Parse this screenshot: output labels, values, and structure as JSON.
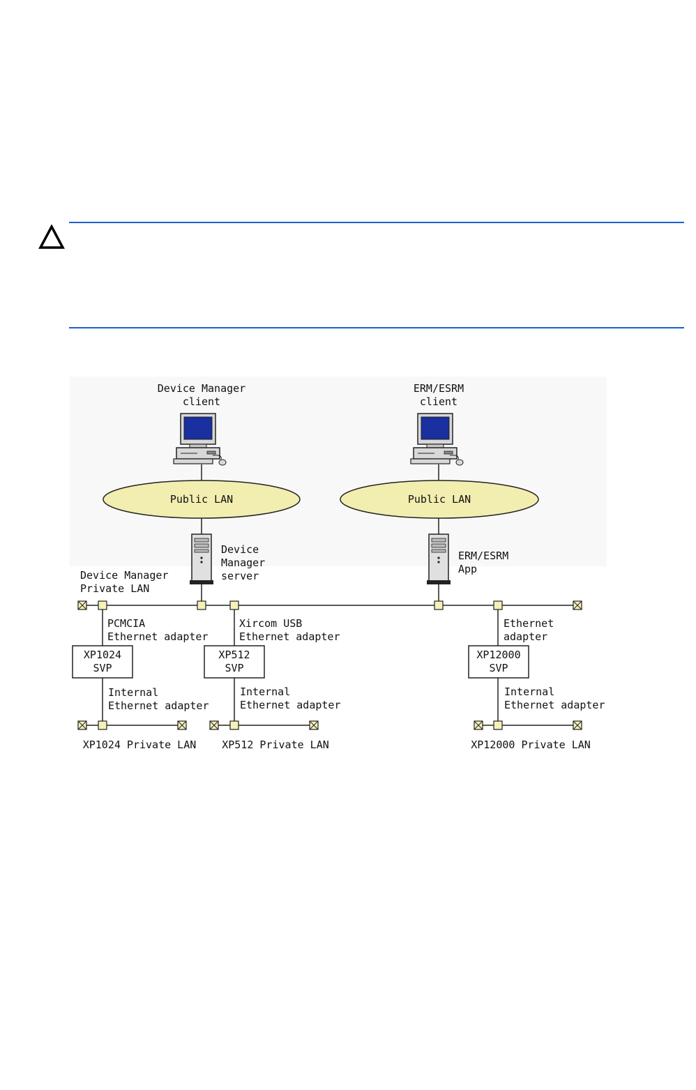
{
  "caution": {
    "icon": "caution-triangle-icon"
  },
  "diagram": {
    "dm_client_line1": "Device Manager",
    "dm_client_line2": "client",
    "erm_client_line1": "ERM/ESRM",
    "erm_client_line2": "client",
    "public_lan_left": "Public LAN",
    "public_lan_right": "Public LAN",
    "dm_server_line1": "Device",
    "dm_server_line2": "Manager",
    "dm_server_line3": "server",
    "erm_app_line1": "ERM/ESRM",
    "erm_app_line2": "App",
    "dm_private_lan_line1": "Device Manager",
    "dm_private_lan_line2": "Private LAN",
    "pcmcia_line1": "PCMCIA",
    "pcmcia_line2": "Ethernet adapter",
    "xircom_line1": "Xircom USB",
    "xircom_line2": "Ethernet adapter",
    "ethernet_line1": "Ethernet",
    "ethernet_line2": "adapter",
    "xp1024_line1": "XP1024",
    "xp1024_line2": "SVP",
    "xp512_line1": "XP512",
    "xp512_line2": "SVP",
    "xp12000_line1": "XP12000",
    "xp12000_line2": "SVP",
    "internal_a_line1": "Internal",
    "internal_a_line2": "Ethernet adapter",
    "internal_b_line1": "Internal",
    "internal_b_line2": "Ethernet adapter",
    "internal_c_line1": "Internal",
    "internal_c_line2": "Ethernet adapter",
    "xp1024_private_lan": "XP1024 Private LAN",
    "xp512_private_lan": "XP512 Private LAN",
    "xp12000_private_lan": "XP12000 Private LAN",
    "colors": {
      "rule": "#1a5fd0",
      "lan_ellipse": "#f2eeb0",
      "node": "#f5f1b8",
      "screen": "#1a2fa0"
    }
  }
}
